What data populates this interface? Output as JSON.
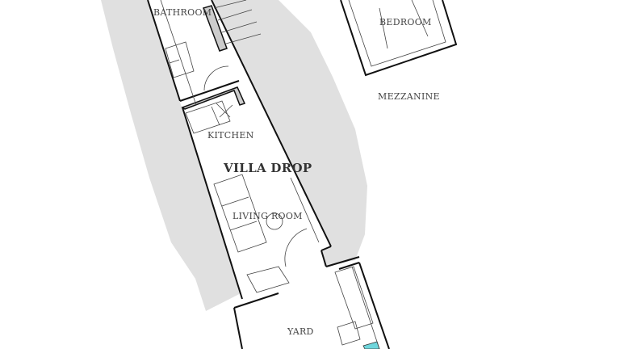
{
  "title": "VILLA DROP",
  "rooms": {
    "bathroom": "BATHROOM",
    "bedroom": "BEDROOM",
    "mezzanine": "MEZZANINE",
    "kitchen": "KITCHEN",
    "living_room": "LIVING ROOM",
    "yard": "YARD"
  },
  "colors": {
    "ground": "#e0e0e0",
    "wall": "#111111",
    "pool": "#6fd6dc"
  }
}
